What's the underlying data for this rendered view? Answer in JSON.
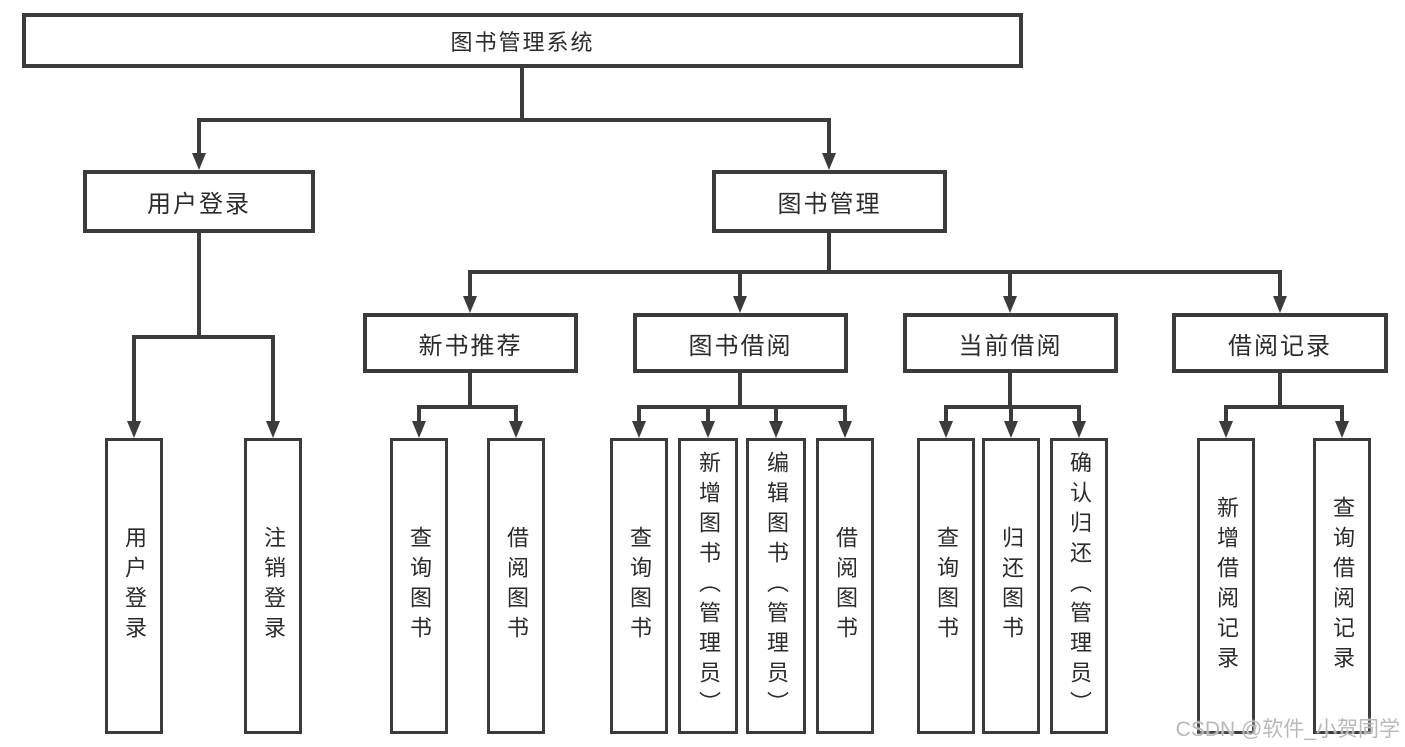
{
  "diagram": {
    "root": {
      "label": "图书管理系统"
    },
    "level2": [
      {
        "label": "用户登录",
        "children": [
          {
            "label": "用户登录"
          },
          {
            "label": "注销登录"
          }
        ]
      },
      {
        "label": "图书管理",
        "children": [
          {
            "label": "新书推荐",
            "children": [
              {
                "label": "查询图书"
              },
              {
                "label": "借阅图书"
              }
            ]
          },
          {
            "label": "图书借阅",
            "children": [
              {
                "label": "查询图书"
              },
              {
                "label": "新增图书（管理员）"
              },
              {
                "label": "编辑图书（管理员）"
              },
              {
                "label": "借阅图书"
              }
            ]
          },
          {
            "label": "当前借阅",
            "children": [
              {
                "label": "查询图书"
              },
              {
                "label": "归还图书"
              },
              {
                "label": "确认归还（管理员）"
              }
            ]
          },
          {
            "label": "借阅记录",
            "children": [
              {
                "label": "新增借阅记录"
              },
              {
                "label": "查询借阅记录"
              }
            ]
          }
        ]
      }
    ]
  },
  "watermark": {
    "text": "CSDN @软件_小贺同学"
  },
  "colors": {
    "line": "#3b3b3b",
    "text": "#2b2b2b",
    "watermark": "#b9b9b9",
    "background": "#ffffff"
  }
}
